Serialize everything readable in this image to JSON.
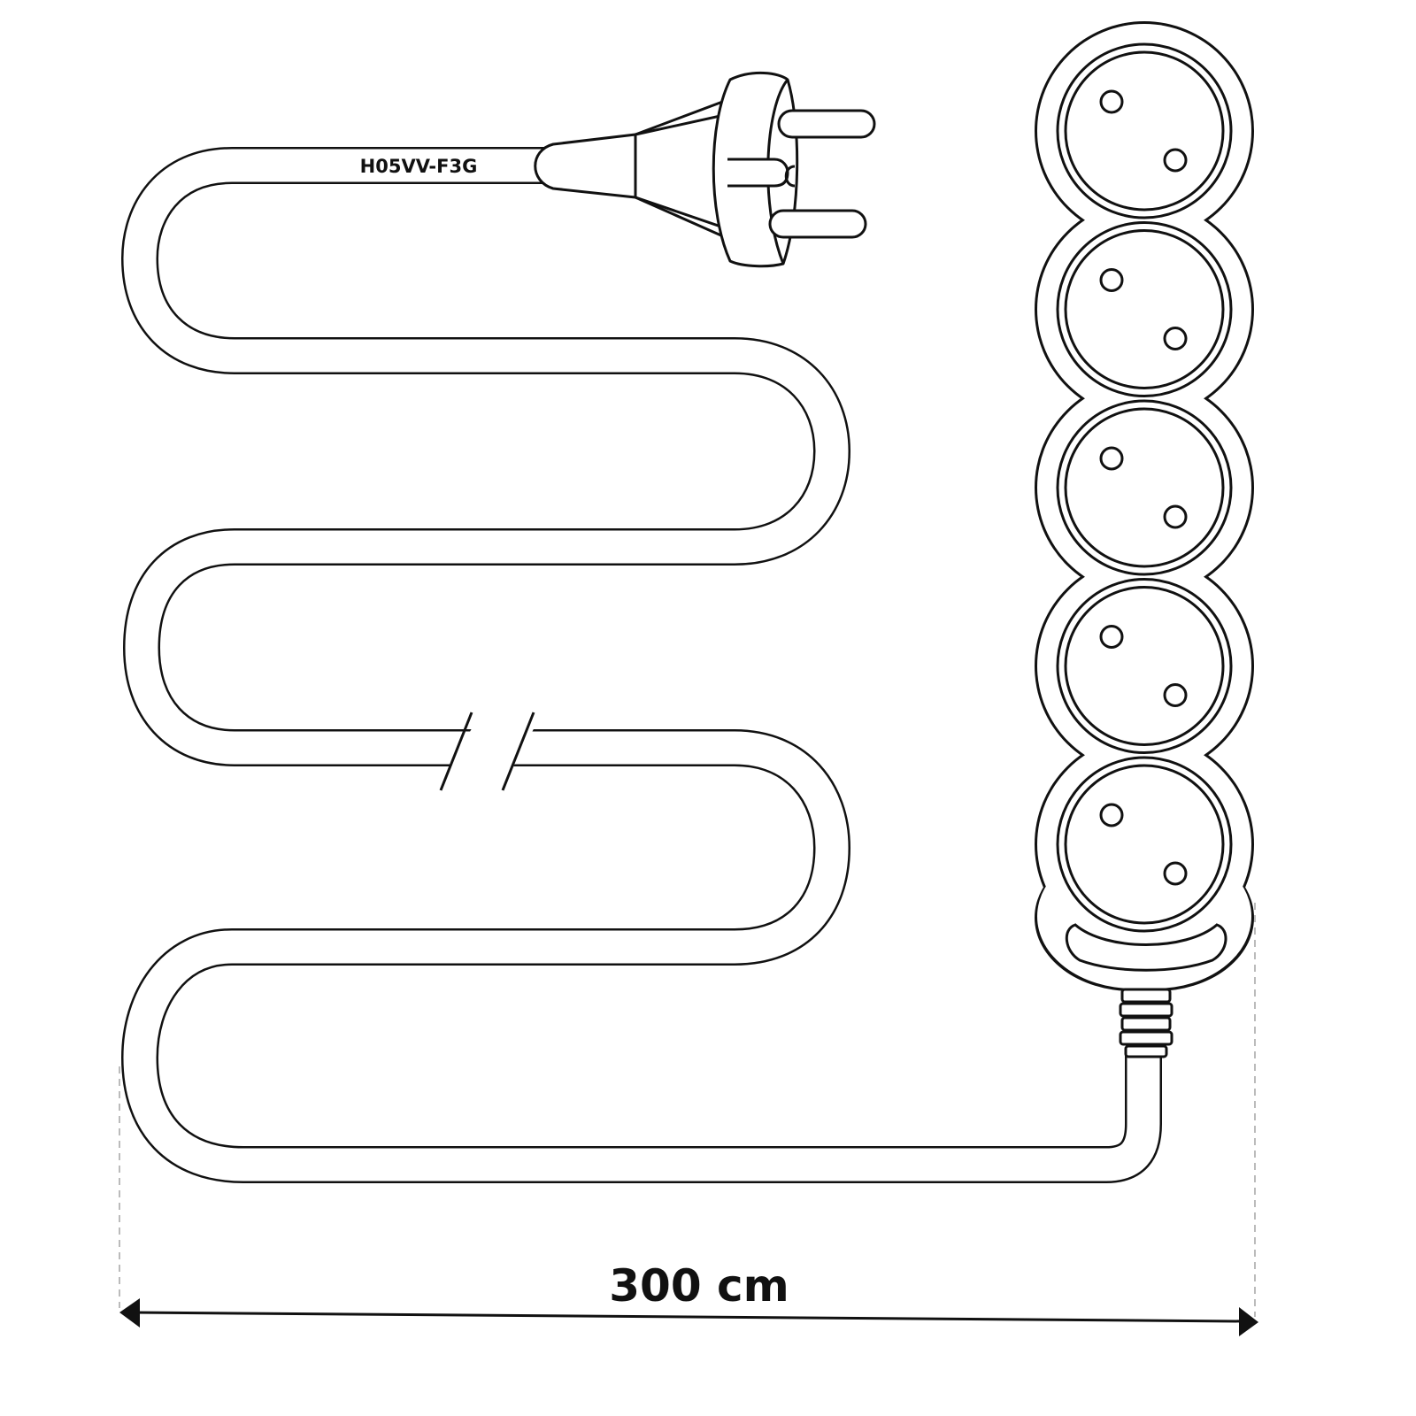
{
  "cable_label": "H05VV-F3G",
  "dimension_label": "300 cm",
  "socket_count": 5,
  "colors": {
    "line": "#111111",
    "background": "#ffffff",
    "dash": "#bbbbbb"
  }
}
